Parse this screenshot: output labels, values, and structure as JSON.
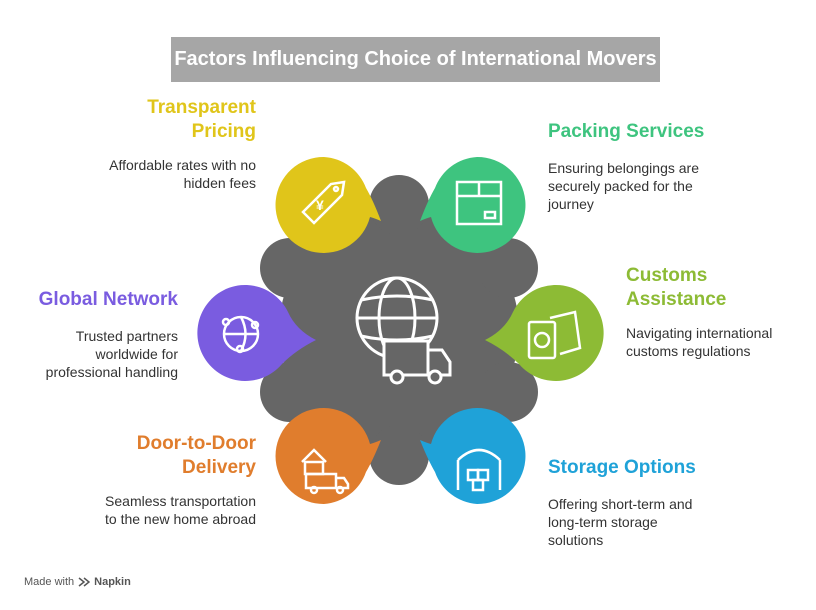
{
  "title": "Factors Influencing Choice of International Movers",
  "factors": [
    {
      "key": "transparent-pricing",
      "title_line1": "Transparent",
      "title_line2": "Pricing",
      "desc_line1": "Affordable rates with no",
      "desc_line2": "hidden fees",
      "color": "#e0c51a",
      "icon": "price-tag-icon"
    },
    {
      "key": "packing-services",
      "title_line1": "Packing Services",
      "desc_line1": "Ensuring belongings are",
      "desc_line2": "securely packed for the",
      "desc_line3": "journey",
      "color": "#3ec47f",
      "icon": "box-icon"
    },
    {
      "key": "customs-assistance",
      "title_line1": "Customs",
      "title_line2": "Assistance",
      "desc_line1": "Navigating international",
      "desc_line2": "customs regulations",
      "color": "#8dbb35",
      "icon": "passport-icon"
    },
    {
      "key": "storage-options",
      "title_line1": "Storage Options",
      "desc_line1": "Offering short-term and",
      "desc_line2": "long-term storage",
      "desc_line3": "solutions",
      "color": "#1fa2d8",
      "icon": "warehouse-icon"
    },
    {
      "key": "door-to-door",
      "title_line1": "Door-to-Door",
      "title_line2": "Delivery",
      "desc_line1": "Seamless transportation",
      "desc_line2": "to the new home abroad",
      "color": "#e07d2d",
      "icon": "house-truck-icon"
    },
    {
      "key": "global-network",
      "title_line1": "Global Network",
      "desc_line1": "Trusted partners",
      "desc_line2": "worldwide for",
      "desc_line3": "professional handling",
      "color": "#7a5ce0",
      "icon": "network-globe-icon"
    }
  ],
  "center": {
    "color": "#666666",
    "icons": [
      "globe-icon",
      "truck-icon"
    ]
  },
  "footer": {
    "made_with": "Made with",
    "brand": "Napkin"
  }
}
